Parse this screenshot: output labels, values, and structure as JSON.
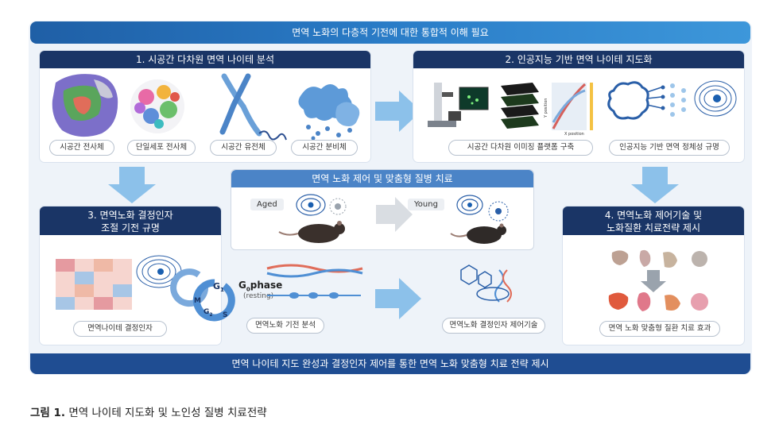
{
  "top_banner": "면역 노화의 다층적 기전에 대한 통합적 이해 필요",
  "bottom_banner": "면역 나이테 지도 완성과 결정인자 제어를 통한 면역 노화 맞춤형 치료 전략 제시",
  "panel1": {
    "title": "1. 시공간 다차원 면역 나이테 분석",
    "items": [
      "시공간 전사체",
      "단일세포 전사체",
      "시공간 유전체",
      "시공간 분비체"
    ]
  },
  "panel2": {
    "title": "2. 인공지능 기반 면역 나이테 지도화",
    "items": [
      "시공간 다차원 이미징 플랫폼 구축",
      "인공지능 기반 면역 정체성 규명"
    ],
    "axis_y": "Y position",
    "axis_x": "X position"
  },
  "panel3": {
    "title_line1": "3. 면역노화 결정인자",
    "title_line2": "조절 기전 규명",
    "items": [
      "면역나이테 결정인자",
      "면역노화 기전 분석"
    ],
    "cycle_g1": "G",
    "cycle_g1_sub": "1",
    "cycle_g0": "G",
    "cycle_g0_sub": "0",
    "cycle_g0_word": "phase",
    "cycle_resting": "(resting)",
    "cycle_m": "M",
    "cycle_g2": "G",
    "cycle_g2_sub": "2",
    "cycle_s": "S"
  },
  "panel4": {
    "title_line1": "4. 면역노화 제어기술 및",
    "title_line2": "노화질환 치료전략 제시",
    "items": [
      "면역노화 결정인자 제어기술",
      "면역 노화 맞춤형 질환 치료 효과"
    ]
  },
  "center": {
    "title": "면역 노화 제어 및 맞춤형 질병 치료",
    "aged": "Aged",
    "young": "Young"
  },
  "caption": {
    "label": "그림 1.",
    "text": "면역 나이테 지도화 및 노인성 질병 치료전략"
  },
  "colors": {
    "navy": "#1a3566",
    "banner_blue": "#2a7cc7",
    "arrow_blue": "#3d97da"
  }
}
